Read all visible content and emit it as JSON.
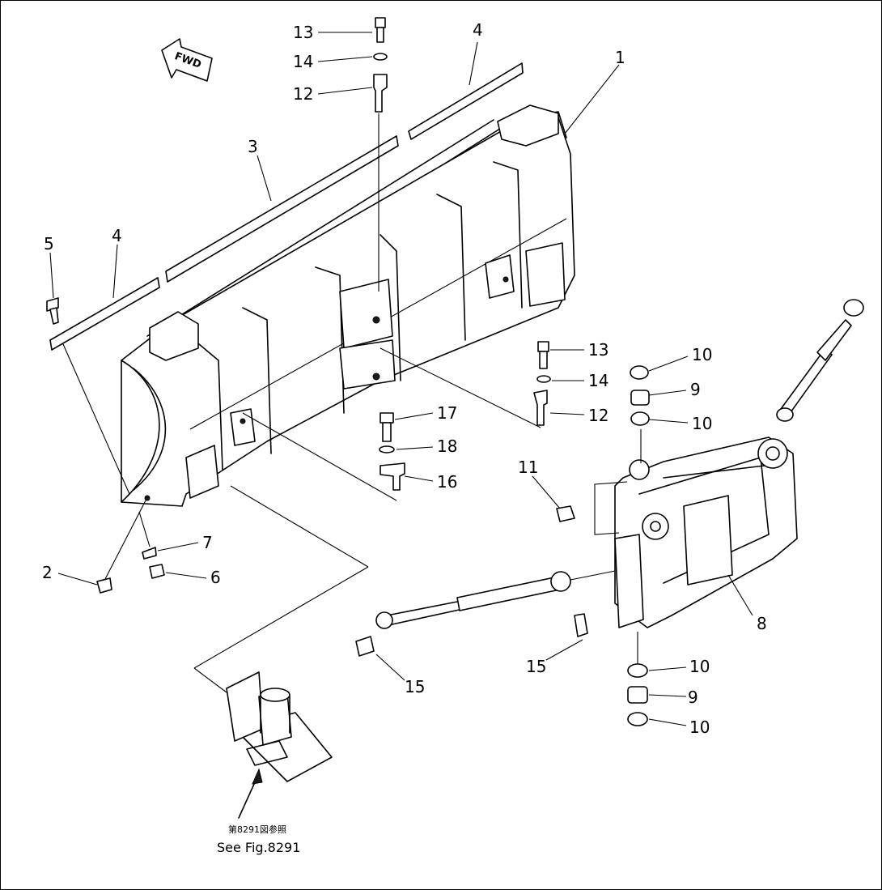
{
  "diagram": {
    "fwd_label": "FWD",
    "callouts": [
      {
        "id": "c13a",
        "text": "13"
      },
      {
        "id": "c14a",
        "text": "14"
      },
      {
        "id": "c12a",
        "text": "12"
      },
      {
        "id": "c4a",
        "text": "4"
      },
      {
        "id": "c1",
        "text": "1"
      },
      {
        "id": "c3",
        "text": "3"
      },
      {
        "id": "c5",
        "text": "5"
      },
      {
        "id": "c4b",
        "text": "4"
      },
      {
        "id": "c13b",
        "text": "13"
      },
      {
        "id": "c14b",
        "text": "14"
      },
      {
        "id": "c12b",
        "text": "12"
      },
      {
        "id": "c10a",
        "text": "10"
      },
      {
        "id": "c9a",
        "text": "9"
      },
      {
        "id": "c10b",
        "text": "10"
      },
      {
        "id": "c17",
        "text": "17"
      },
      {
        "id": "c18",
        "text": "18"
      },
      {
        "id": "c16",
        "text": "16"
      },
      {
        "id": "c11",
        "text": "11"
      },
      {
        "id": "c7",
        "text": "7"
      },
      {
        "id": "c2",
        "text": "2"
      },
      {
        "id": "c6",
        "text": "6"
      },
      {
        "id": "c8",
        "text": "8"
      },
      {
        "id": "c10c",
        "text": "10"
      },
      {
        "id": "c9b",
        "text": "9"
      },
      {
        "id": "c10d",
        "text": "10"
      },
      {
        "id": "c15a",
        "text": "15"
      },
      {
        "id": "c15b",
        "text": "15"
      }
    ],
    "reference_jp": "第8291図参照",
    "reference_en": "See Fig.8291"
  }
}
